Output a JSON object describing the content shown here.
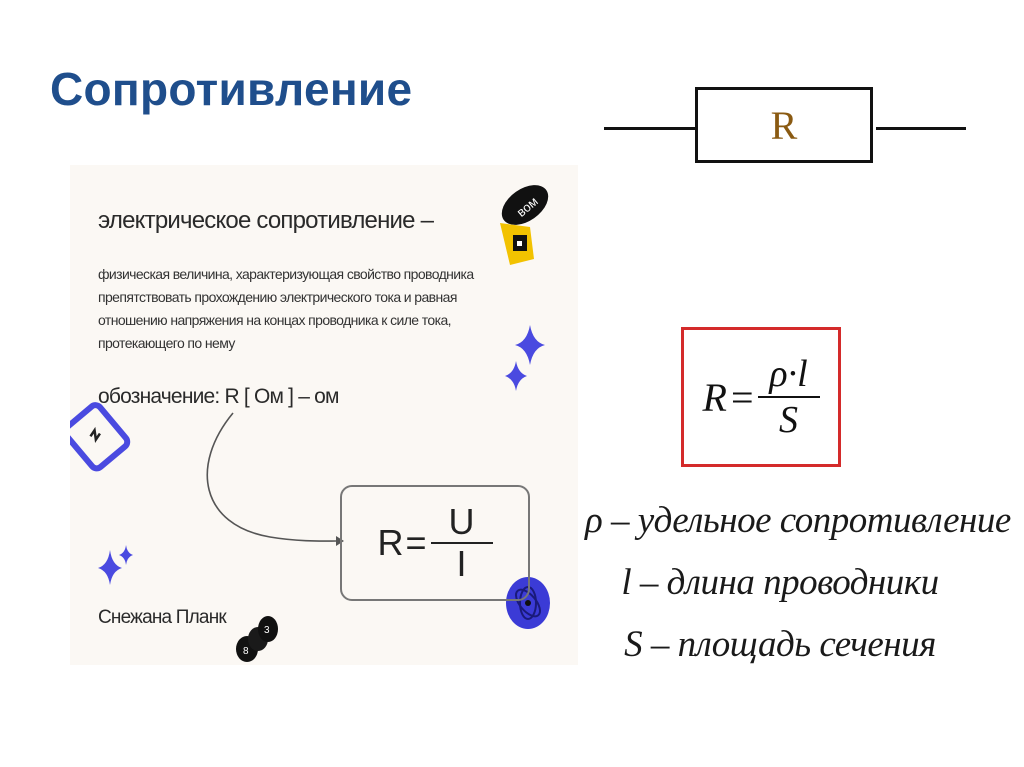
{
  "slide": {
    "title": "Сопротивление"
  },
  "resistor_symbol": {
    "label": "R",
    "label_color": "#8a5a12"
  },
  "card": {
    "heading": "электрическое сопротивление –",
    "description": "физическая величина, характеризующая свойство проводника препятствовать прохождению электрического тока и равная отношению напряжения на концах проводника к силе тока, протекающего по нему",
    "notation": "обозначение: R [ Ом ] – ом",
    "formula": {
      "lhs": "R",
      "eq": "=",
      "numerator": "U",
      "denominator": "I"
    },
    "author": "Снежана Планк",
    "sticker_text": "вом",
    "accent_color": "#4a4ae0",
    "background": "#fbf8f4"
  },
  "resistivity_formula": {
    "lhs": "R",
    "eq": "=",
    "numerator": "ρ·l",
    "denominator": "S",
    "border_color": "#d42a2a"
  },
  "legend": [
    {
      "text": "ρ – удельное  сопротивление"
    },
    {
      "text": "l – длина  проводники"
    },
    {
      "text": "S – площадь  сечения"
    }
  ],
  "colors": {
    "title": "#1f4e8c",
    "accent_blue": "#4a4ae0",
    "sticker_yellow": "#f2c200"
  }
}
